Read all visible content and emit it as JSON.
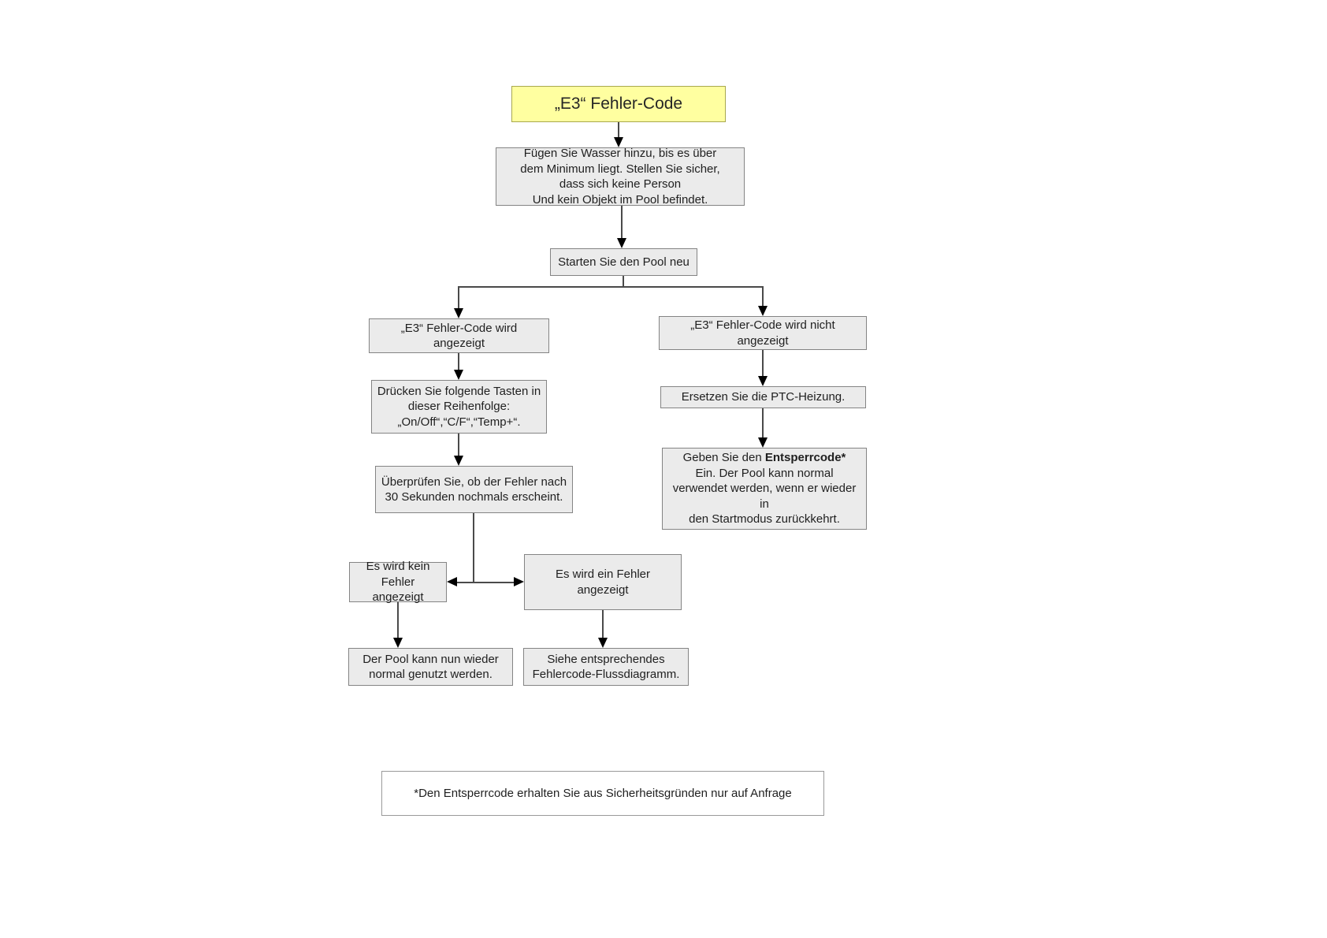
{
  "diagram": {
    "title": "„E3“ Fehler-Code",
    "nodes": {
      "add_water": "Fügen Sie Wasser hinzu, bis es über\ndem Minimum liegt. Stellen Sie sicher,\ndass sich keine Person\nUnd kein Objekt im Pool befindet.",
      "restart_pool": "Starten Sie den Pool neu",
      "error_shown": "„E3“ Fehler-Code wird angezeigt",
      "error_not_shown": "„E3“ Fehler-Code wird nicht angezeigt",
      "press_buttons": "Drücken Sie folgende Tasten in\ndieser Reihenfolge:\n„On/Off“,“C/F“,“Temp+“.",
      "check_error": "Überprüfen Sie, ob der Fehler nach\n30 Sekunden nochmals erscheint.",
      "replace_heater": "Ersetzen Sie die PTC-Heizung.",
      "unlock_code": {
        "prefix": "Geben Sie den ",
        "bold": "Entsperrcode*",
        "rest": "\nEin. Der Pool kann normal\nverwendet werden, wenn er wieder in\nden Startmodus zurückkehrt."
      },
      "no_error": "Es wird kein\nFehler angezeigt",
      "error_again": "Es wird ein Fehler angezeigt",
      "pool_normal": "Der Pool kann nun wieder\nnormal genutzt werden.",
      "see_flowchart": "Siehe entsprechendes\nFehlercode-Flussdiagramm."
    },
    "footnote": "*Den Entsperrcode erhalten Sie aus Sicherheitsgründen nur auf Anfrage",
    "colors": {
      "title_fill": "#ffffa0",
      "title_border": "#a8a84f",
      "node_fill": "#ebebeb",
      "node_border": "#848484",
      "connector": "#4a4a4a",
      "arrowhead": "#000000"
    }
  }
}
